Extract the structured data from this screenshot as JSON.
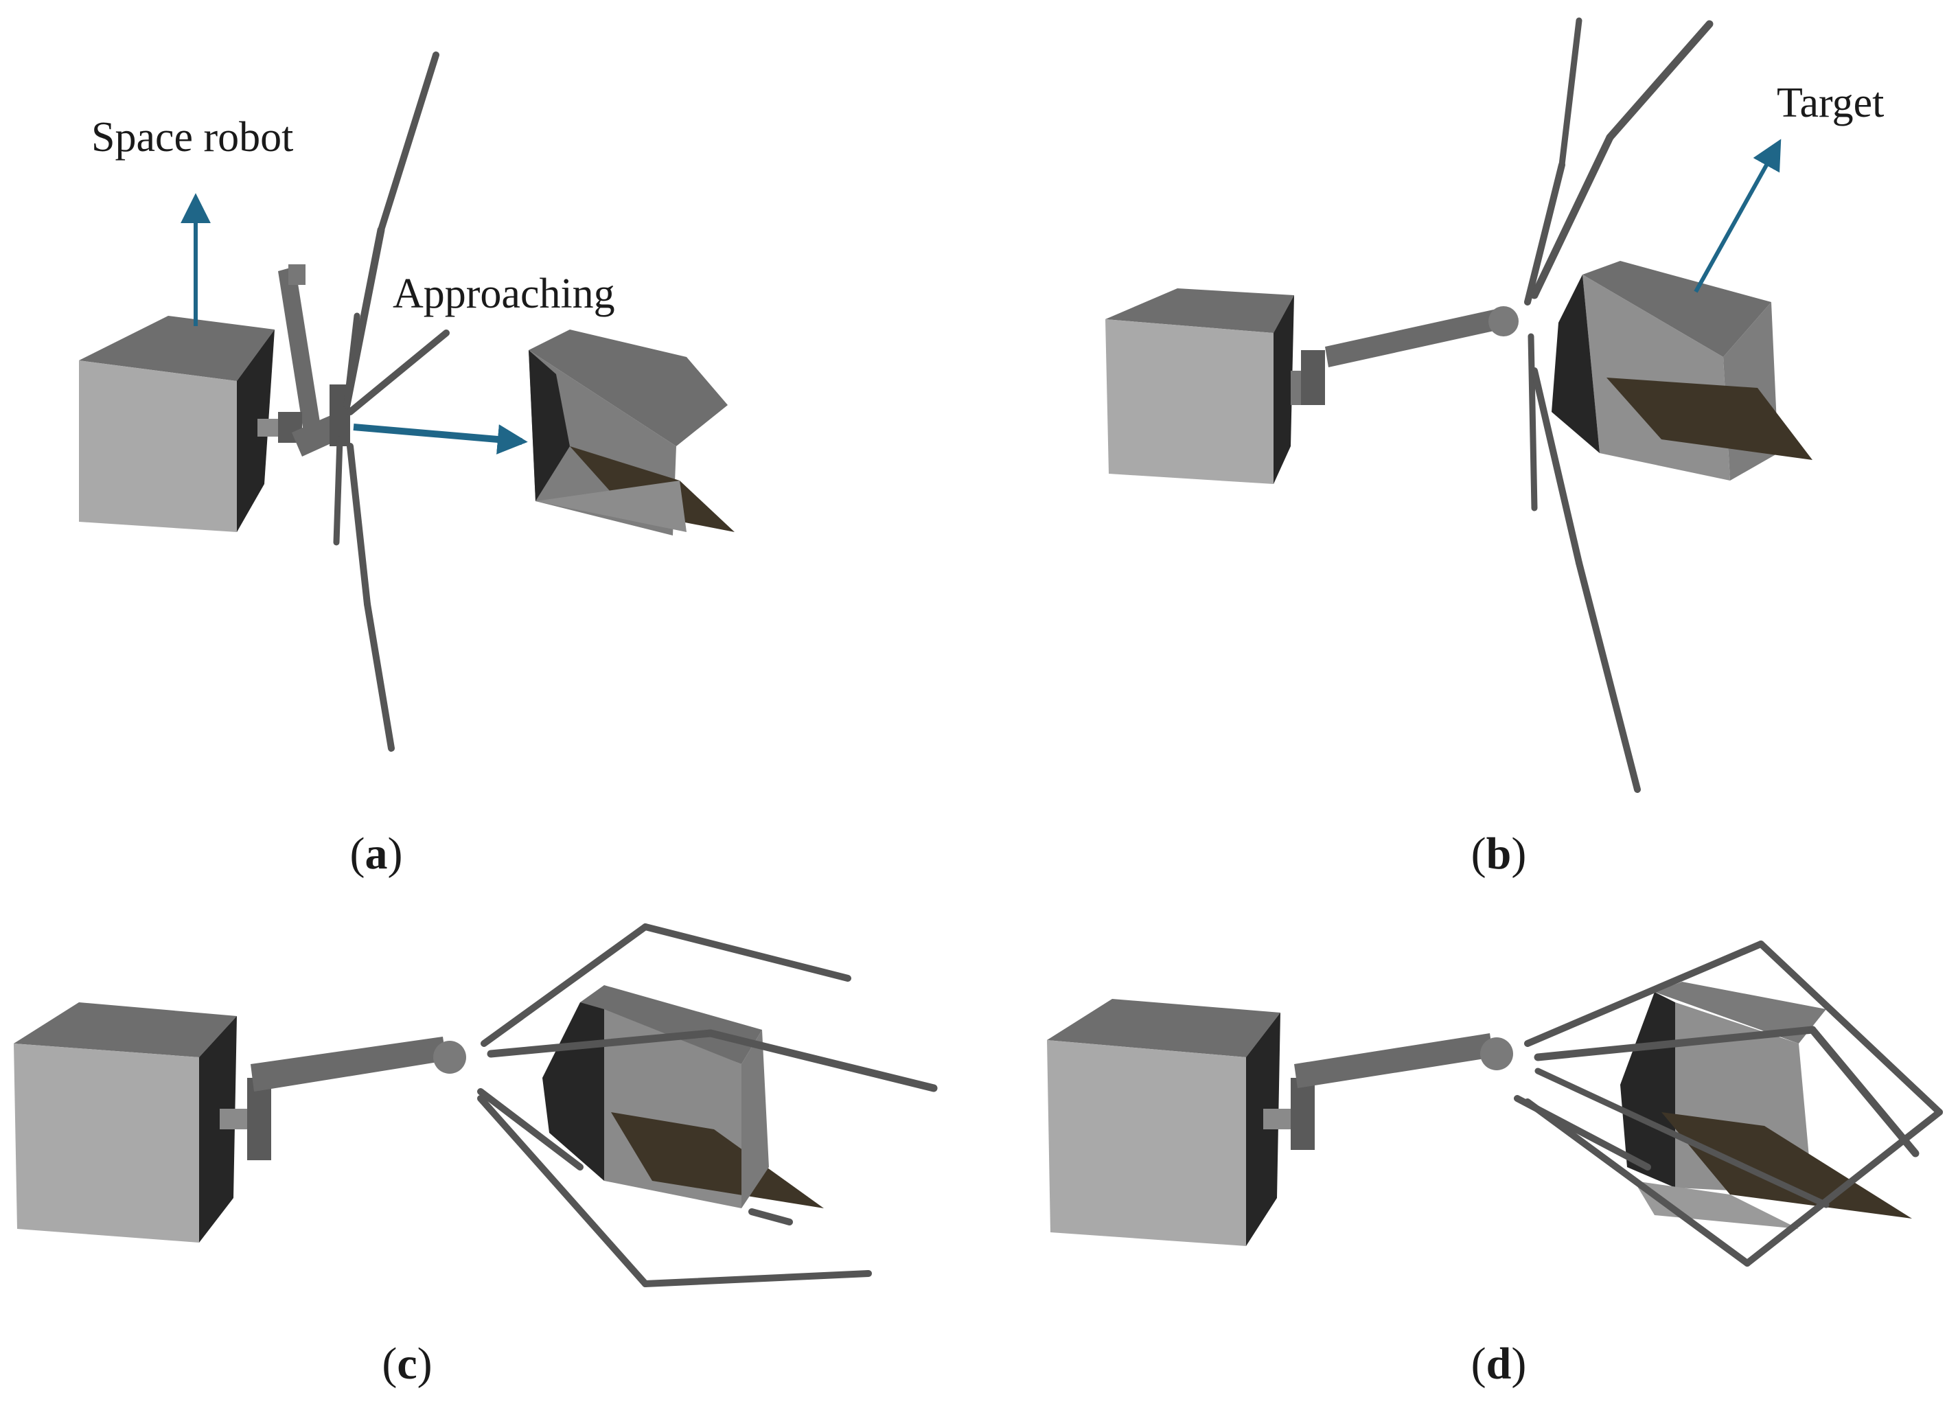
{
  "colors": {
    "background": "#ffffff",
    "box_front": "#a9a9a9",
    "box_top": "#6e6e6e",
    "box_side": "#262626",
    "arm": "#6a6a6a",
    "net_bar": "#555555",
    "panel": "#3e3527",
    "annotation_arrow": "#1f6688"
  },
  "labels": {
    "space_robot": "Space robot",
    "approaching": "Approaching",
    "target": "Target"
  },
  "captions": {
    "a": {
      "open": "(",
      "letter": "a",
      "close": ")"
    },
    "b": {
      "open": "(",
      "letter": "b",
      "close": ")"
    },
    "c": {
      "open": "(",
      "letter": "c",
      "close": ")"
    },
    "d": {
      "open": "(",
      "letter": "d",
      "close": ")"
    }
  },
  "icons": {
    "robot": "space-robot-cube-icon",
    "target": "target-satellite-icon",
    "net": "capture-net-icon"
  }
}
